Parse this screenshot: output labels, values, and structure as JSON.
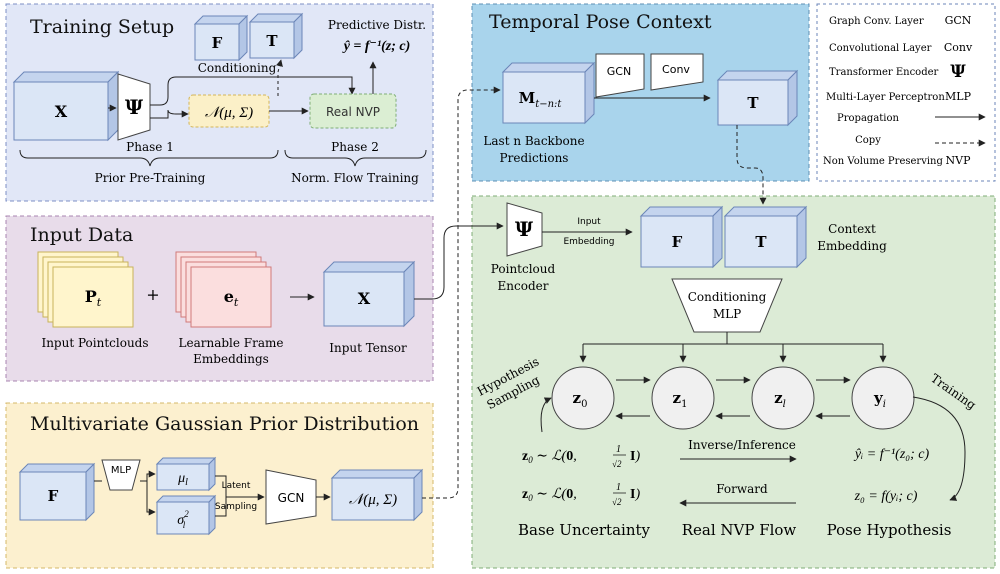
{
  "colors": {
    "training_bg": "#e1e7f7",
    "input_bg": "#e8dcea",
    "gaussian_bg": "#fcf0cf",
    "temporal_bg": "#a9d4ec",
    "flow_bg": "#dcebd6",
    "legend_bg": "#ffffff",
    "box_face": "#dbe6f6",
    "box_stroke": "#6b86b8",
    "pc_face": "#fff5cc",
    "pc_stroke": "#c9b25a",
    "emb_face": "#fbdede",
    "emb_stroke": "#d07a7a",
    "circle_fill": "#f0f0f0"
  },
  "training": {
    "title": "Training Setup",
    "box_x": "X",
    "psi": "Ψ",
    "gaussian": "𝒩(μ, Σ)",
    "cond_f": "F",
    "cond_t": "T",
    "conditioning": "Conditioning",
    "predictive_title": "Predictive Distr.",
    "predictive_formula": "ŷ = f⁻¹(z; c)",
    "realnvp": "Real NVP",
    "phase1": "Phase 1",
    "phase2": "Phase 2",
    "prior_pretraining": "Prior Pre-Training",
    "norm_flow": "Norm. Flow Training"
  },
  "input": {
    "title": "Input Data",
    "pointcloud_symbol": "P",
    "pointcloud_sub": "t",
    "plus": "+",
    "embedding_symbol": "e",
    "embedding_sub": "t",
    "tensor_symbol": "X",
    "pointcloud_label": "Input Pointclouds",
    "embedding_label_1": "Learnable Frame",
    "embedding_label_2": "Embeddings",
    "tensor_label": "Input Tensor"
  },
  "gaussian": {
    "title": "Multivariate Gaussian Prior Distribution",
    "f": "F",
    "mlp": "MLP",
    "mu": "μ",
    "mu_sub": "l",
    "sigma": "σ",
    "sigma_sup": "2",
    "sigma_sub": "l",
    "latent_1": "Latent",
    "latent_2": "Sampling",
    "gcn": "GCN",
    "normal": "𝒩(μ, Σ)"
  },
  "temporal": {
    "title": "Temporal Pose Context",
    "m_symbol": "M",
    "m_sub": "t−n:t",
    "gcn": "GCN",
    "conv": "Conv",
    "t": "T",
    "label_1": "Last n Backbone",
    "label_2": "Predictions"
  },
  "legend": {
    "rows": [
      {
        "label": "Graph Conv. Layer",
        "abbr": "GCN"
      },
      {
        "label": "Convolutional Layer",
        "abbr": "Conv"
      },
      {
        "label": "Transformer Encoder",
        "abbr": "Ψ"
      },
      {
        "label": "Multi-Layer Perceptron",
        "abbr": "MLP"
      },
      {
        "label": "Propagation",
        "abbr": ""
      },
      {
        "label": "Copy",
        "abbr": ""
      },
      {
        "label": "Non Volume Preserving",
        "abbr": "NVP"
      }
    ]
  },
  "flow": {
    "psi": "Ψ",
    "input_emb_1": "Input",
    "input_emb_2": "Embedding",
    "f": "F",
    "t": "T",
    "context_1": "Context",
    "context_2": "Embedding",
    "encoder_1": "Pointcloud",
    "encoder_2": "Encoder",
    "cond_1": "Conditioning",
    "cond_2": "MLP",
    "z0": "z",
    "z0_sub": "0",
    "z1": "z",
    "z1_sub": "1",
    "zl": "z",
    "zl_sub": "l",
    "yi": "y",
    "yi_sub": "i",
    "hypothesis_1": "Hypothesis",
    "hypothesis_2": "Sampling",
    "training": "Training",
    "base_formula_1": "z₀ ∼ ℒ(0, ½√2 I)",
    "inverse": "Inverse/Inference",
    "forward": "Forward",
    "pred_formula": "ŷᵢ = f⁻¹(z₀; c)",
    "fwd_formula": "z₀ = f(yᵢ; c)",
    "base_uncertainty": "Base Uncertainty",
    "real_nvp_flow": "Real NVP Flow",
    "pose_hypothesis": "Pose Hypothesis"
  }
}
